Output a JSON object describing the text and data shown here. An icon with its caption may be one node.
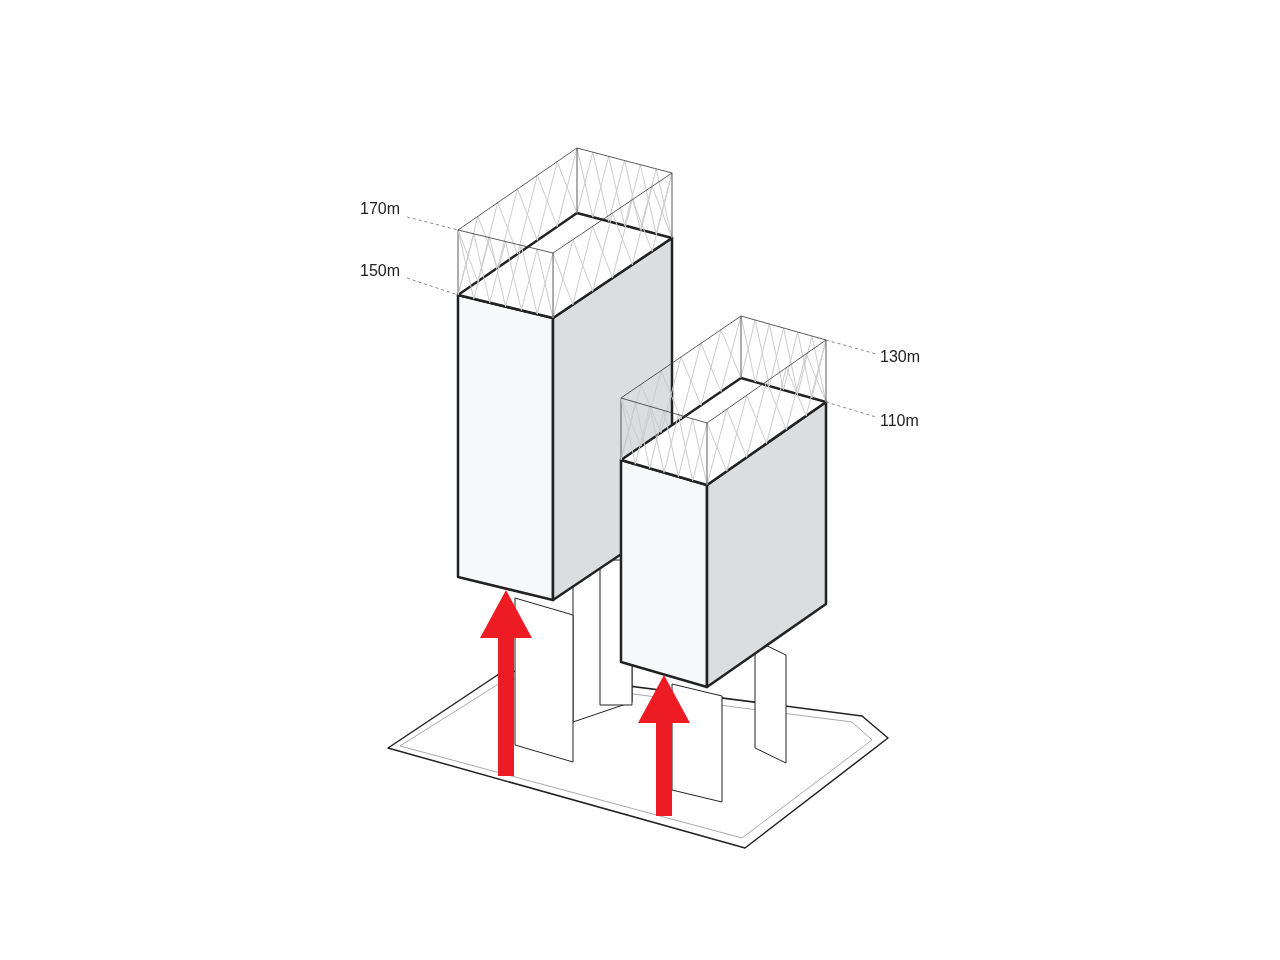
{
  "diagram": {
    "labels": [
      "170m",
      "150m",
      "130m",
      "110m"
    ]
  }
}
